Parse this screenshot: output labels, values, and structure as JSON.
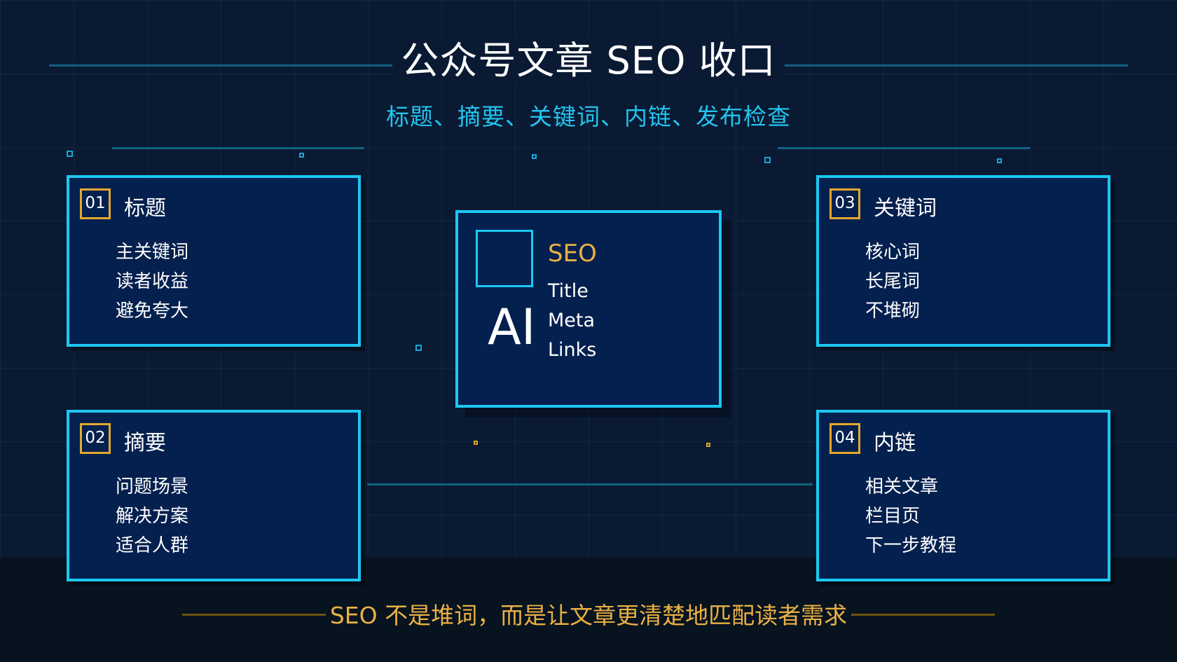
{
  "title": "公众号文章 SEO 收口",
  "subtitle": "标题、摘要、关键词、内链、发布检查",
  "cards": [
    {
      "number": "01",
      "title": "标题",
      "items": [
        "主关键词",
        "读者收益",
        "避免夸大"
      ]
    },
    {
      "number": "02",
      "title": "摘要",
      "items": [
        "问题场景",
        "解决方案",
        "适合人群"
      ]
    },
    {
      "number": "03",
      "title": "关键词",
      "items": [
        "核心词",
        "长尾词",
        "不堆砌"
      ]
    },
    {
      "number": "04",
      "title": "内链",
      "items": [
        "相关文章",
        "栏目页",
        "下一步教程"
      ]
    }
  ],
  "center": {
    "logo_text": "AI",
    "heading": "SEO",
    "items": [
      "Title",
      "Meta",
      "Links"
    ]
  },
  "footer": "SEO 不是堆词，而是让文章更清楚地匹配读者需求",
  "colors": {
    "background": "#0a1a33",
    "card_fill": "#04204e",
    "cyan_accent": "#1cc8f2",
    "gold_accent": "#eab044"
  }
}
